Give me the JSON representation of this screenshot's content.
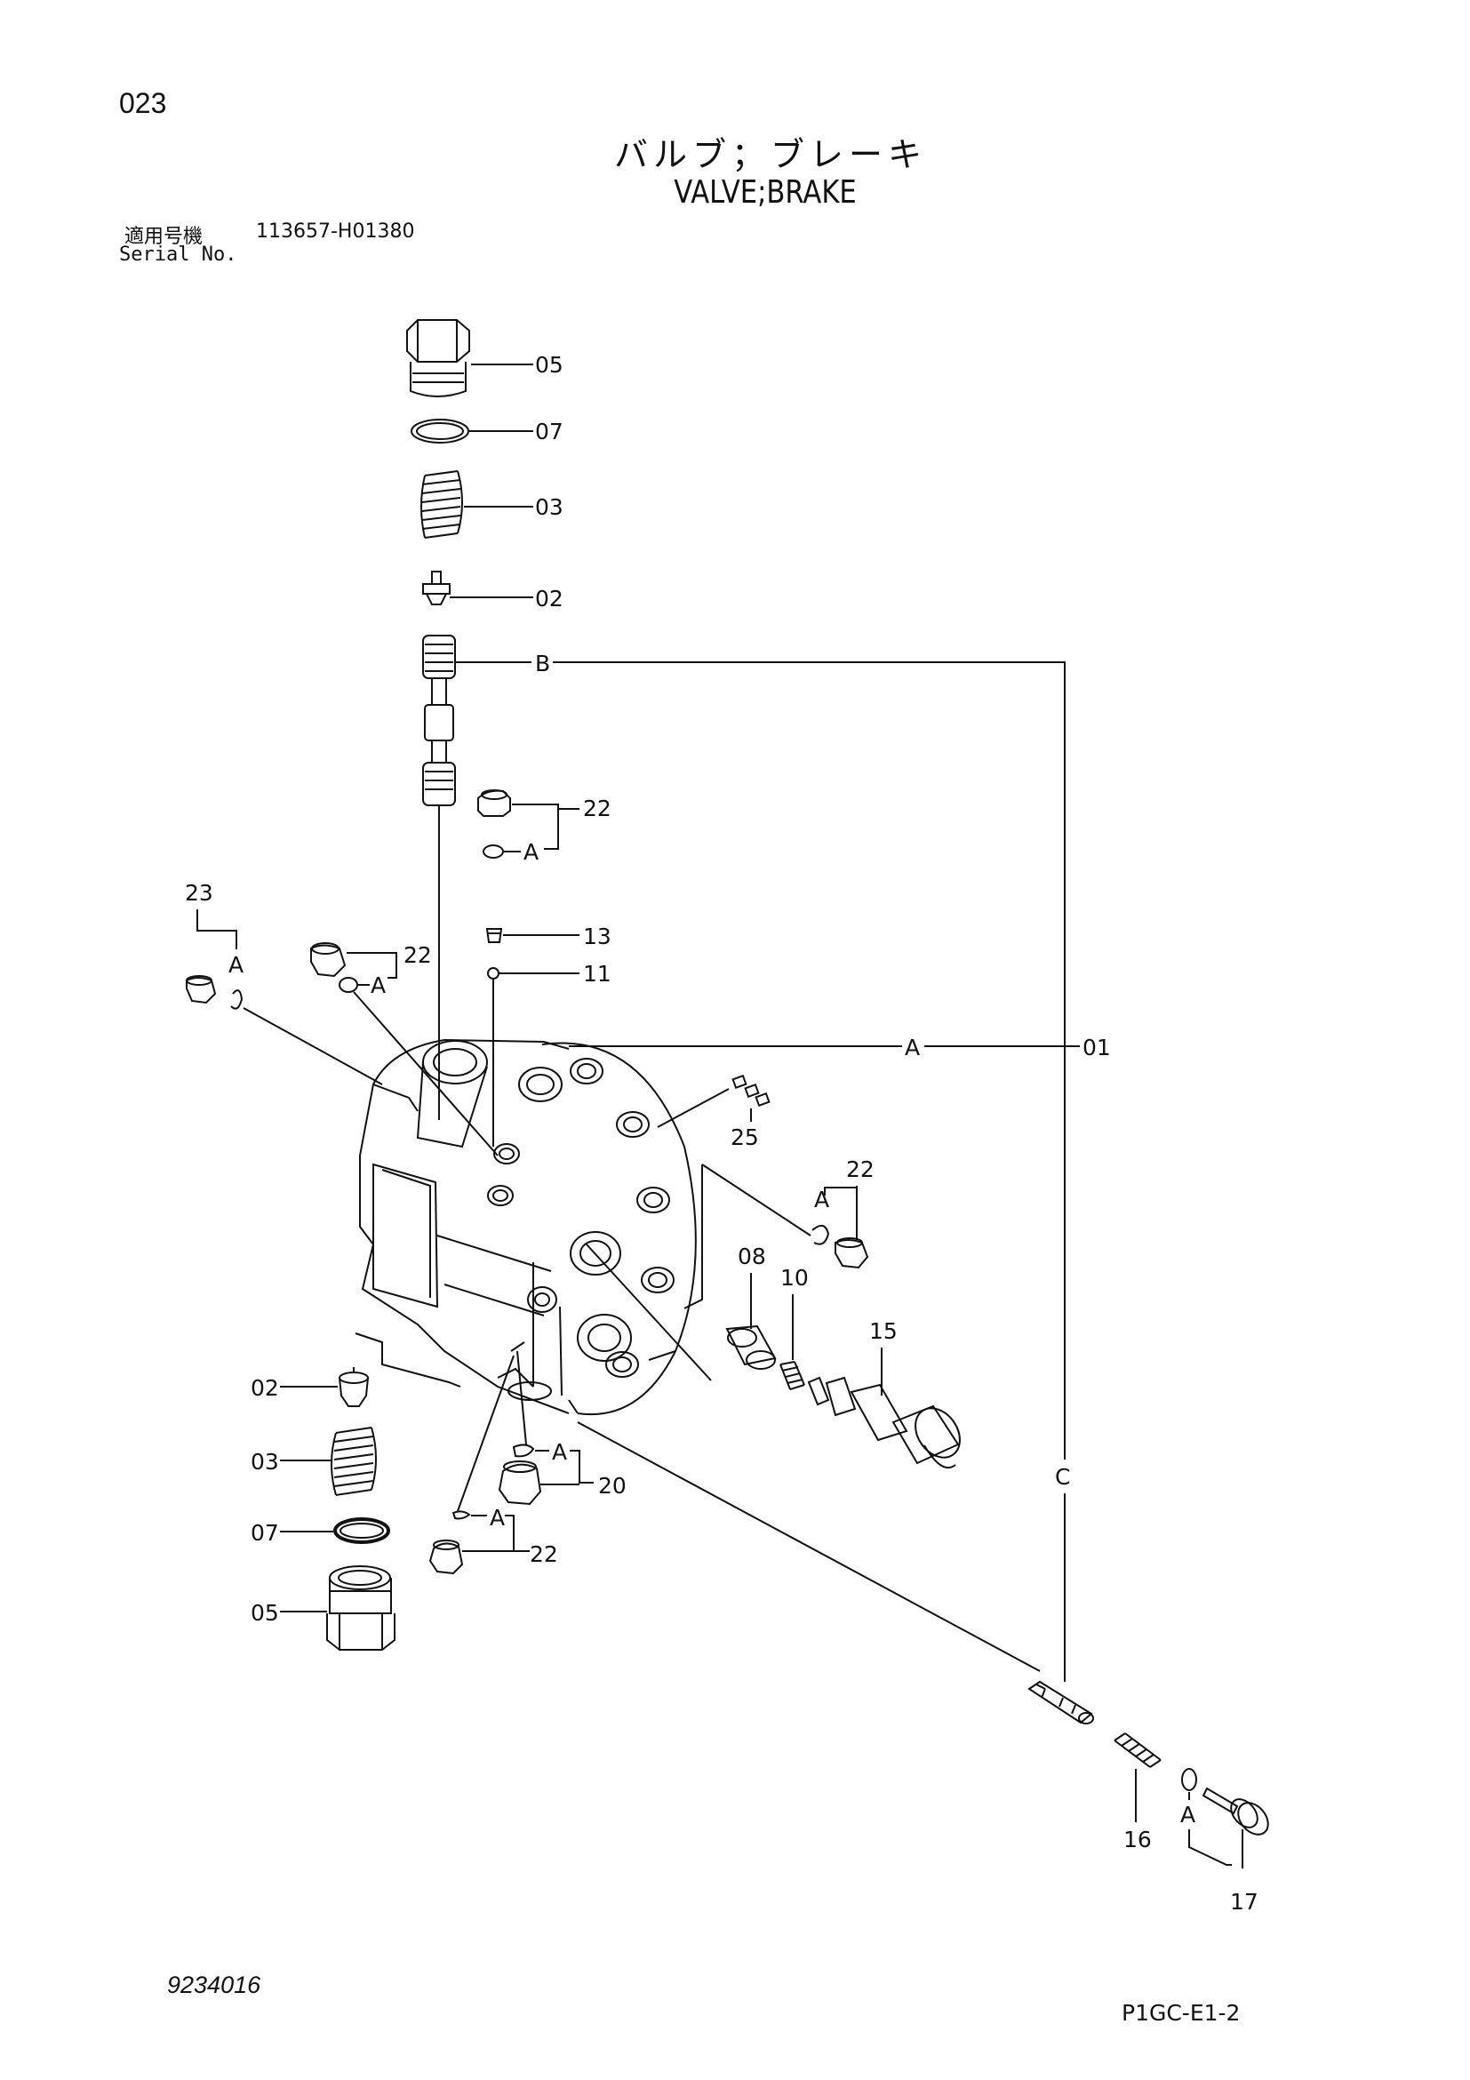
{
  "header": {
    "page_number": "023",
    "title_jp": "バルブ；ブレーキ",
    "title_en": "VALVE;BRAKE",
    "serial_label_jp": "適用号機",
    "serial_range": "113657-H01380",
    "serial_label_en": "Serial No."
  },
  "footer": {
    "drawing_number": "9234016",
    "sheet_ref": "P1GC-E1-2"
  },
  "callouts": {
    "c05_top": "05",
    "c07_top": "07",
    "c03_top": "03",
    "c02_top": "02",
    "ref_b": "B",
    "c22_a": "22",
    "ref_a1": "A",
    "c13": "13",
    "c11": "11",
    "c23": "23",
    "ref_a2": "A",
    "c22_b": "22",
    "ref_a3": "A",
    "ref_a_main": "A",
    "c01": "01",
    "c25": "25",
    "c22_c": "22",
    "ref_a4": "A",
    "c08": "08",
    "c10": "10",
    "c15": "15",
    "ref_c": "C",
    "c02_bot": "02",
    "c03_bot": "03",
    "c07_bot": "07",
    "c05_bot": "05",
    "ref_a5": "A",
    "c20": "20",
    "ref_a6": "A",
    "c22_d": "22",
    "c16": "16",
    "ref_a7": "A",
    "c17": "17"
  }
}
